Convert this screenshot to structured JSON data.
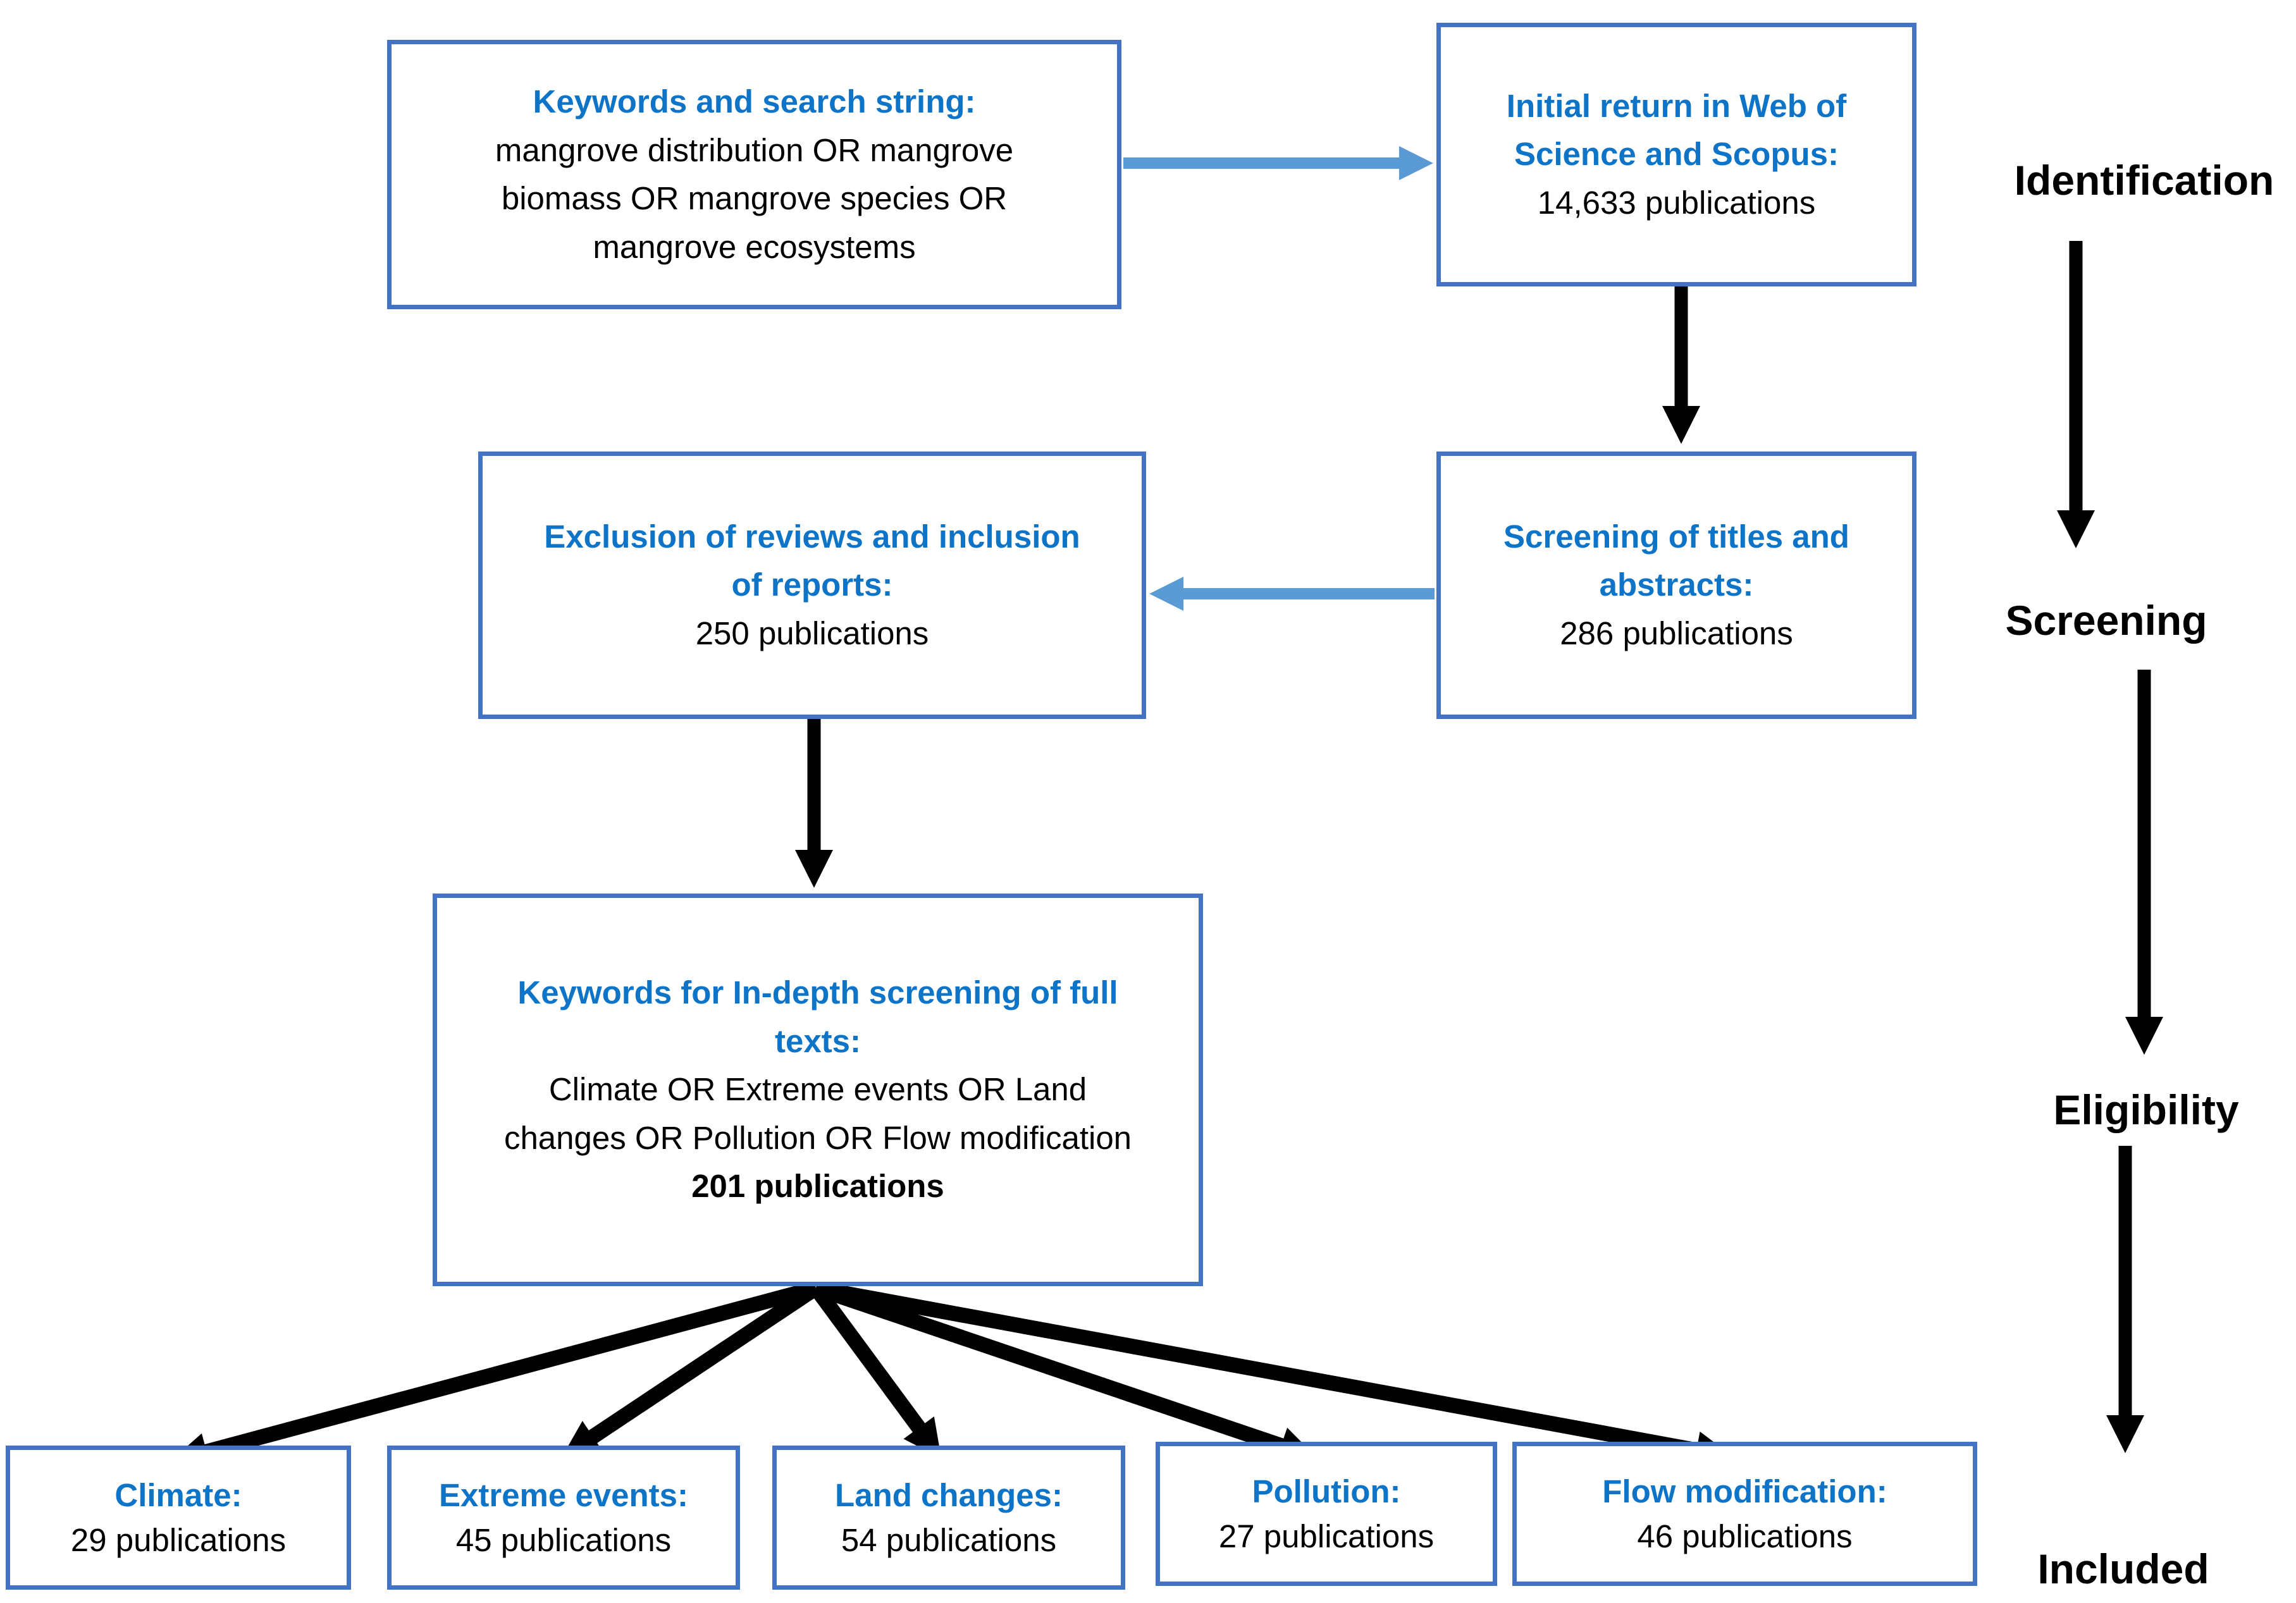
{
  "colors": {
    "heading_blue": "#0E74C8",
    "border_blue": "#4472C4",
    "arrow_blue": "#5B9BD5",
    "arrow_black": "#000000"
  },
  "boxes": {
    "keywords": {
      "title": "Keywords and search string:",
      "body": "mangrove distribution OR mangrove biomass OR mangrove species OR mangrove ecosystems"
    },
    "initial_return": {
      "title": "Initial return in Web of Science and Scopus:",
      "body": "14,633 publications"
    },
    "screening_titles": {
      "title": "Screening of titles and abstracts:",
      "body": "286 publications"
    },
    "exclusion": {
      "title": "Exclusion of reviews and inclusion of reports:",
      "body": "250 publications"
    },
    "indepth": {
      "title": "Keywords for In-depth screening of full texts:",
      "body": "Climate OR Extreme events OR Land changes OR Pollution OR Flow modification",
      "count": "201 publications"
    }
  },
  "outcomes": [
    {
      "title": "Climate:",
      "body": "29 publications"
    },
    {
      "title": "Extreme events:",
      "body": "45 publications"
    },
    {
      "title": "Land changes:",
      "body": "54 publications"
    },
    {
      "title": "Pollution:",
      "body": "27 publications"
    },
    {
      "title": "Flow modification:",
      "body": "46 publications"
    }
  ],
  "stages": [
    {
      "label": "Identification"
    },
    {
      "label": "Screening"
    },
    {
      "label": "Eligibility"
    },
    {
      "label": "Included"
    }
  ]
}
